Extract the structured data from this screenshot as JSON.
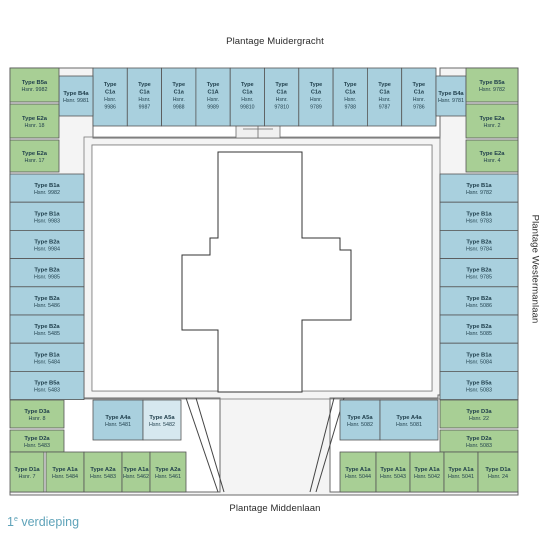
{
  "streets": {
    "top": "Plantage Muidergracht",
    "bottom": "Plantage Middenlaan",
    "right": "Plantage Westermanlaan"
  },
  "floor": {
    "number": "1",
    "suffix": "e",
    "label": "verdieping"
  },
  "colors": {
    "blue": "#a9d0de",
    "blue_light": "#d6e8ef",
    "green": "#a8cf95",
    "outline": "#555555",
    "text": "#1e3d4a",
    "floor_label": "#5fa3b9"
  },
  "units": {
    "top_row": [
      {
        "type": "Type C1a",
        "nr": "Hsnr. 9986"
      },
      {
        "type": "Type C1a",
        "nr": "Hsnr. 9987"
      },
      {
        "type": "Type C1a",
        "nr": "Hsnr. 9988"
      },
      {
        "type": "Type C1A",
        "nr": "Hsnr. 9989"
      },
      {
        "type": "Type C1a",
        "nr": "Hsnr. 99810"
      },
      {
        "type": "Type C1a",
        "nr": "Hsnr. 97810"
      },
      {
        "type": "Type C1a",
        "nr": "Hsnr. 9789"
      },
      {
        "type": "Type C1a",
        "nr": "Hsnr. 9788"
      },
      {
        "type": "Type C1a",
        "nr": "Hsnr. 9787"
      },
      {
        "type": "Type C1a",
        "nr": "Hsnr. 9786"
      }
    ],
    "top_corner_left": {
      "type": "Type B4a",
      "nr": "Hsnr. 9981"
    },
    "top_corner_right": {
      "type": "Type B4a",
      "nr": "Hsnr. 9781"
    },
    "left_top": [
      {
        "type": "Type B5a",
        "nr": "Hsnr. 9982"
      },
      {
        "type": "Type E2a",
        "nr": "Hsnr. 18"
      },
      {
        "type": "Type E2a",
        "nr": "Hsnr. 17"
      }
    ],
    "right_top": [
      {
        "type": "Type B5a",
        "nr": "Hsnr. 9782"
      },
      {
        "type": "Type E2a",
        "nr": "Hsnr. 2"
      },
      {
        "type": "Type E2a",
        "nr": "Hsnr. 4"
      }
    ],
    "left_column": [
      {
        "type": "Type B1a",
        "nr": "Hsnr. 9982"
      },
      {
        "type": "Type B1a",
        "nr": "Hsnr. 9983"
      },
      {
        "type": "Type B2a",
        "nr": "Hsnr. 9984"
      },
      {
        "type": "Type B2a",
        "nr": "Hsnr. 9985"
      },
      {
        "type": "Type B2a",
        "nr": "Hsnr. 5486"
      },
      {
        "type": "Type B2a",
        "nr": "Hsnr. 5485"
      },
      {
        "type": "Type B1a",
        "nr": "Hsnr. 5484"
      },
      {
        "type": "Type B5a",
        "nr": "Hsnr. 5483"
      }
    ],
    "right_column": [
      {
        "type": "Type B1a",
        "nr": "Hsnr. 9782"
      },
      {
        "type": "Type B1a",
        "nr": "Hsnr. 9783"
      },
      {
        "type": "Type B2a",
        "nr": "Hsnr. 9784"
      },
      {
        "type": "Type B2a",
        "nr": "Hsnr. 9785"
      },
      {
        "type": "Type B2a",
        "nr": "Hsnr. 5086"
      },
      {
        "type": "Type B2a",
        "nr": "Hsnr. 5085"
      },
      {
        "type": "Type B1a",
        "nr": "Hsnr. 5084"
      },
      {
        "type": "Type B5a",
        "nr": "Hsnr. 5083"
      }
    ],
    "left_lower": [
      {
        "type": "Type D3a",
        "nr": "Hsnr. 8"
      },
      {
        "type": "Type D2a",
        "nr": "Hsnr. 5483"
      }
    ],
    "right_lower": [
      {
        "type": "Type D3a",
        "nr": "Hsnr. 22"
      },
      {
        "type": "Type D2a",
        "nr": "Hsnr. 5083"
      }
    ],
    "left_inner": [
      {
        "type": "Type A4a",
        "nr": "Hsnr. 5481"
      },
      {
        "type": "Type A5a",
        "nr": "Hsnr. 5482"
      }
    ],
    "right_inner": [
      {
        "type": "Type A5a",
        "nr": "Hsnr. 5082"
      },
      {
        "type": "Type A4a",
        "nr": "Hsnr. 5081"
      }
    ],
    "bottom_left": [
      {
        "type": "Type D1a",
        "nr": "Hsnr. 7"
      },
      {
        "type": "Type A1a",
        "nr": "Hsnr. 5484"
      },
      {
        "type": "Type A2a",
        "nr": "Hsnr. 5483"
      },
      {
        "type": "Type A1a",
        "nr": "Hsnr. 5462"
      },
      {
        "type": "Type A2a",
        "nr": "Hsnr. 5461"
      }
    ],
    "bottom_right": [
      {
        "type": "Type A1a",
        "nr": "Hsnr. 5044"
      },
      {
        "type": "Type A1a",
        "nr": "Hsnr. 5043"
      },
      {
        "type": "Type A1a",
        "nr": "Hsnr. 5042"
      },
      {
        "type": "Type A1a",
        "nr": "Hsnr. 5041"
      },
      {
        "type": "Type D1a",
        "nr": "Hsnr. 24"
      }
    ]
  }
}
